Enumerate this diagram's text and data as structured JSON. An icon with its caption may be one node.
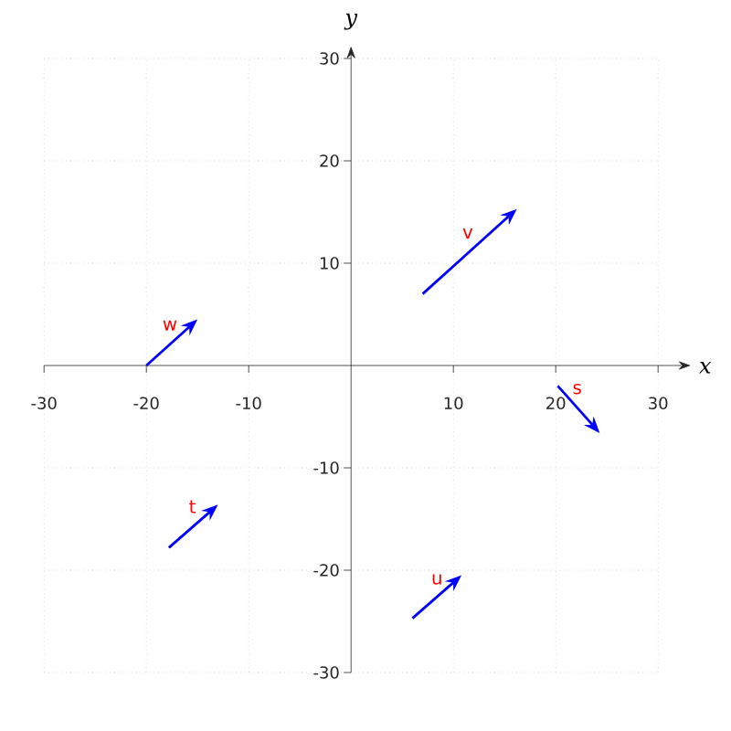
{
  "diagram": {
    "labels": [
      "y",
      "30",
      "20",
      "v",
      "10",
      "w",
      "x",
      "-30",
      "-20",
      "-10",
      "10",
      "20",
      "30",
      "s",
      "-10",
      "t",
      "-20",
      "u",
      "-30"
    ]
  }
}
